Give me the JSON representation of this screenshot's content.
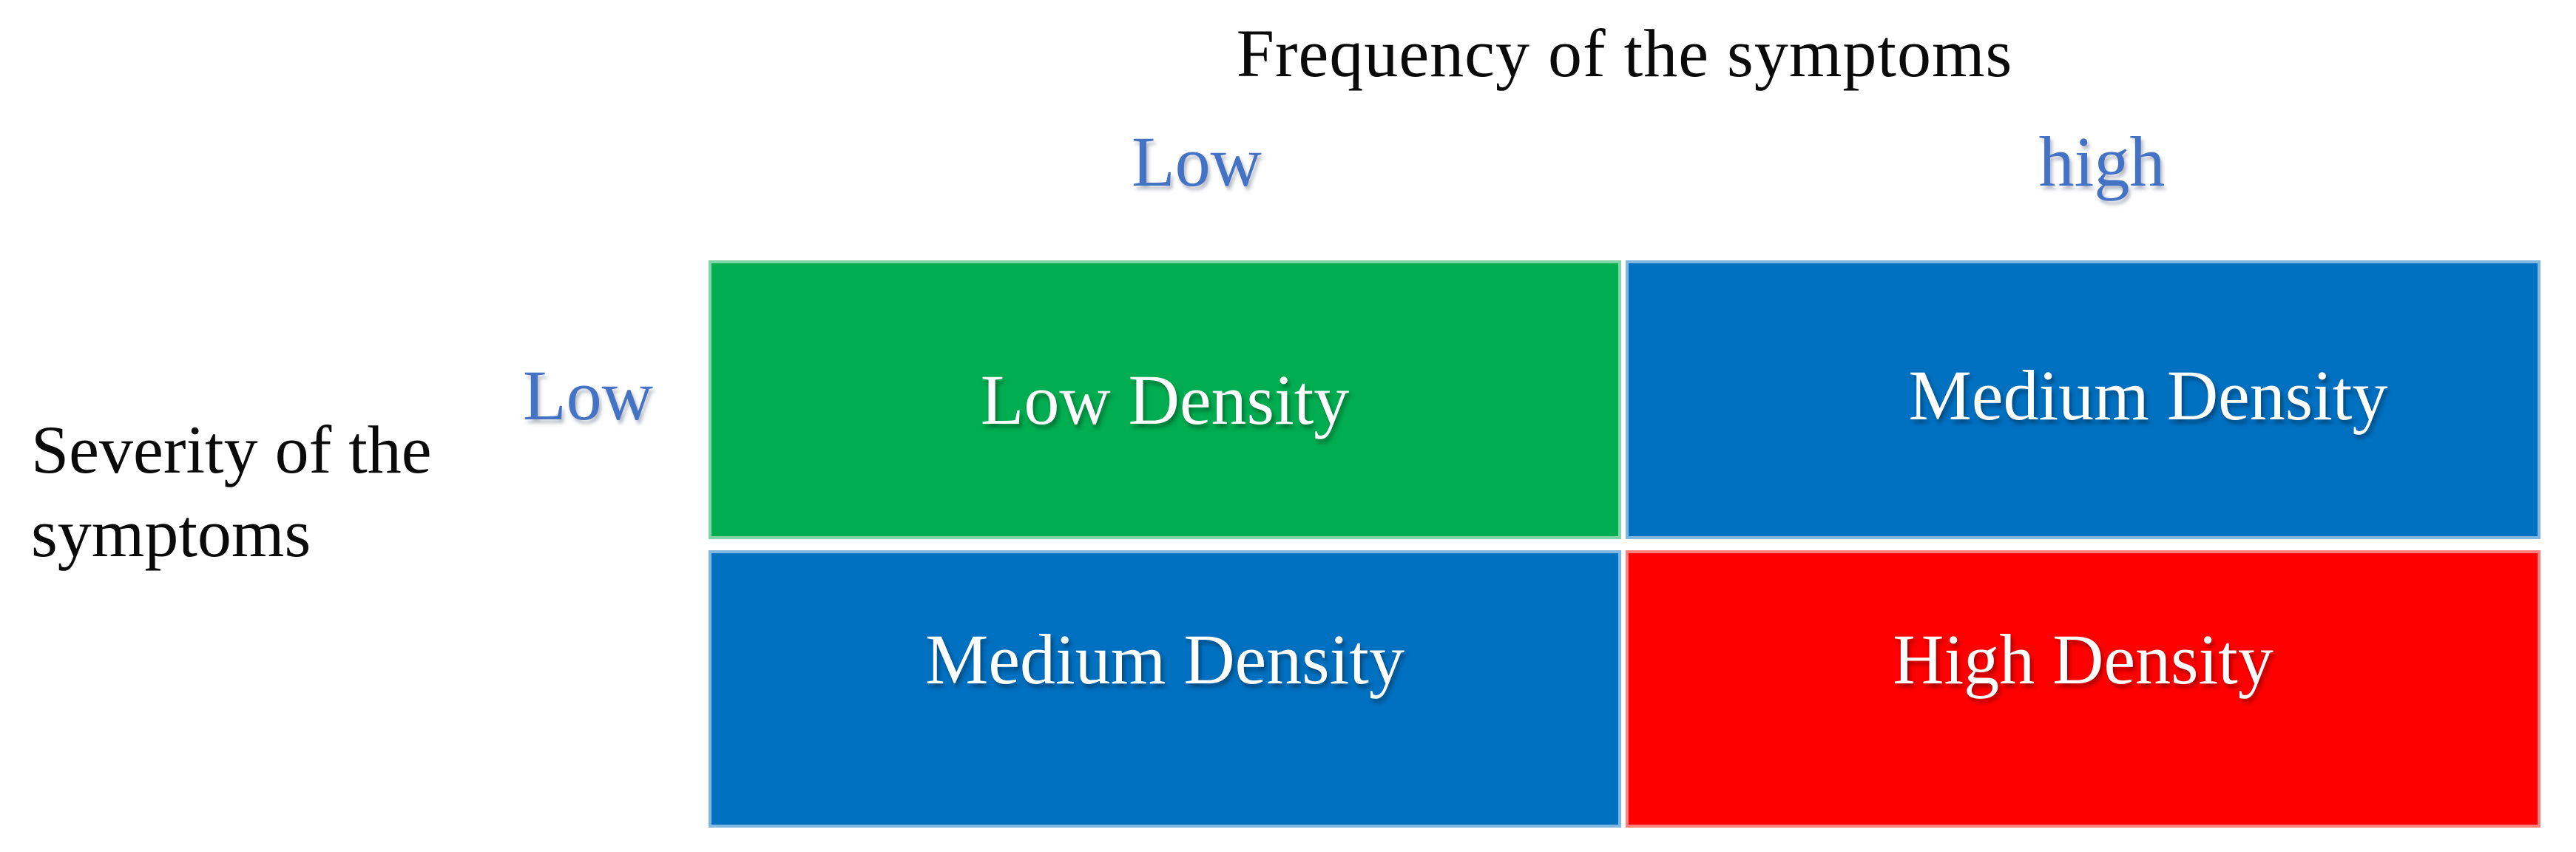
{
  "figure": {
    "x_axis": {
      "title": "Frequency of the symptoms",
      "labels": {
        "low": "Low",
        "high": "high"
      }
    },
    "y_axis": {
      "title": "Severity of the symptoms",
      "title_lines": [
        "Severity of the",
        "symptoms"
      ],
      "labels": {
        "low": "Low"
      }
    },
    "quadrants": {
      "top_left": {
        "label": "Low Density",
        "fill": "#00AD50"
      },
      "top_right": {
        "label": "Medium Density",
        "fill": "#0070C0"
      },
      "bottom_left": {
        "label": "Medium Density",
        "fill": "#0070C0"
      },
      "bottom_right": {
        "label": "High Density",
        "fill": "#FE0000"
      }
    },
    "colors": {
      "axis_label_text": "#4472C4",
      "heading_text": "#0A0A0A",
      "quadrant_text": "#FFFFFF",
      "background": "#FFFFFF"
    }
  }
}
